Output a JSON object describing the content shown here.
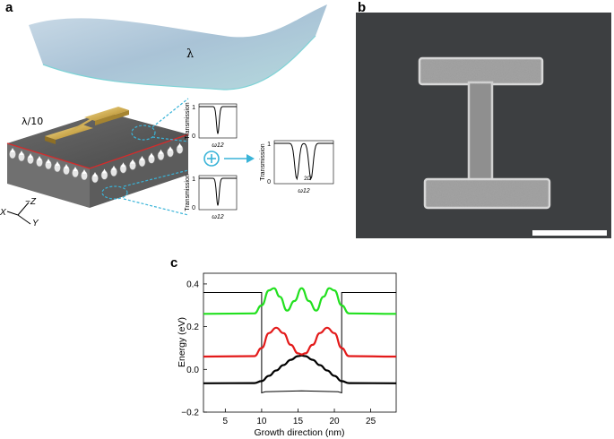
{
  "panels": {
    "a": {
      "letter": "a",
      "wavelength_label": "λ",
      "size_label": "λ/10",
      "axis_x": "X",
      "axis_z": "−Z",
      "axis_y": "Y",
      "insets": [
        {
          "ylabel": "Transmission",
          "tick_top": "1",
          "tick_bottom": "0",
          "xlabel": "ω12"
        },
        {
          "ylabel": "Transmission",
          "tick_top": "1",
          "tick_bottom": "0",
          "xlabel": "ω12"
        },
        {
          "ylabel": "Transmission",
          "tick_top": "1",
          "tick_bottom": "0",
          "xlabel": "ω12",
          "annotation": "2Ω"
        }
      ],
      "plus_symbol": "+"
    },
    "b": {
      "letter": "b"
    },
    "c": {
      "letter": "c"
    }
  },
  "colors": {
    "green": "#22e01f",
    "red": "#e31a1a",
    "black": "#000000",
    "accent_dashed": "#3ab4d8",
    "sem_background": "#3d3f41",
    "gold": "#c8a448"
  },
  "chart_data": {
    "type": "line",
    "xlabel": "Growth direction (nm)",
    "ylabel": "Energy (eV)",
    "xlim": [
      2,
      28.5
    ],
    "ylim": [
      -0.2,
      0.45
    ],
    "xticks": [
      5,
      10,
      15,
      20,
      25
    ],
    "yticks": [
      -0.2,
      0.0,
      0.2,
      0.4
    ],
    "xtick_labels": [
      "5",
      "10",
      "15",
      "20",
      "25"
    ],
    "ytick_labels": [
      "−0.2",
      "0.0",
      "0.2",
      "0.4"
    ],
    "potential": {
      "x": [
        2,
        10,
        10,
        10.5,
        15.5,
        20.5,
        21,
        21,
        28.5
      ],
      "y": [
        0.36,
        0.36,
        -0.11,
        -0.105,
        -0.1,
        -0.105,
        -0.11,
        0.36,
        0.36
      ]
    },
    "series": [
      {
        "color": "black",
        "x": [
          2,
          9,
          10,
          11,
          12,
          13,
          14,
          15,
          15.5,
          16,
          17,
          18,
          19,
          20,
          21,
          22,
          28.5
        ],
        "y": [
          -0.065,
          -0.064,
          -0.055,
          -0.03,
          -0.005,
          0.02,
          0.045,
          0.062,
          0.065,
          0.062,
          0.045,
          0.02,
          -0.005,
          -0.03,
          -0.055,
          -0.064,
          -0.065
        ]
      },
      {
        "color": "red",
        "x": [
          2,
          9,
          10,
          11,
          12,
          13,
          14,
          15,
          15.5,
          16,
          17,
          18,
          19,
          20,
          21,
          22,
          28.5
        ],
        "y": [
          0.06,
          0.062,
          0.1,
          0.17,
          0.195,
          0.17,
          0.115,
          0.075,
          0.07,
          0.075,
          0.115,
          0.17,
          0.195,
          0.17,
          0.1,
          0.062,
          0.06
        ]
      },
      {
        "color": "green",
        "x": [
          2,
          9,
          10,
          11,
          11.7,
          12.5,
          13.5,
          14.5,
          15.5,
          16.5,
          17.5,
          18.5,
          19.3,
          20,
          21,
          22,
          28.5
        ],
        "y": [
          0.26,
          0.262,
          0.3,
          0.37,
          0.38,
          0.34,
          0.275,
          0.32,
          0.38,
          0.32,
          0.275,
          0.34,
          0.38,
          0.37,
          0.3,
          0.262,
          0.26
        ]
      }
    ]
  }
}
